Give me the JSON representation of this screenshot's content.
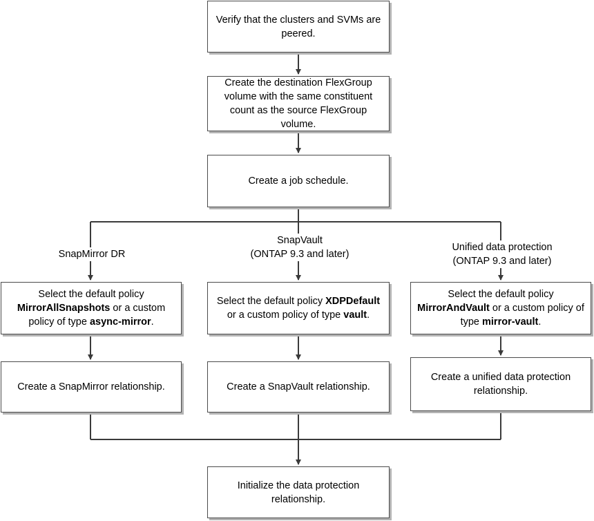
{
  "steps": {
    "verify_peering": "Verify that the clusters and SVMs are peered.",
    "create_destination": "Create the destination FlexGroup volume with the same constituent count as the source FlexGroup volume.",
    "create_schedule": "Create a job schedule.",
    "initialize": "Initialize the data protection relationship."
  },
  "branches": {
    "snapmirror": {
      "label_line1": "SnapMirror DR",
      "policy_prefix": "Select the default policy ",
      "policy_name": "MirrorAllSnapshots",
      "policy_middle": " or a custom policy  of type ",
      "policy_type": "async-mirror",
      "policy_suffix": ".",
      "relationship": "Create a SnapMirror relationship."
    },
    "snapvault": {
      "label_line1": "SnapVault",
      "label_line2": "(ONTAP 9.3 and later)",
      "policy_prefix": "Select the default policy ",
      "policy_name": "XDPDefault",
      "policy_middle": " or a custom policy  of type ",
      "policy_type": "vault",
      "policy_suffix": ".",
      "relationship": "Create a SnapVault relationship."
    },
    "unified": {
      "label_line1": "Unified data protection",
      "label_line2": "(ONTAP 9.3 and later)",
      "policy_prefix": "Select the default policy ",
      "policy_name": "MirrorAndVault",
      "policy_middle": " or a custom policy of type ",
      "policy_type": "mirror-vault",
      "policy_suffix": ".",
      "relationship": "Create a unified data protection relationship."
    }
  },
  "colors": {
    "connector": "#3a3a3a",
    "box_border": "#4a4a4a",
    "box_shadow": "#b3b3b3"
  }
}
